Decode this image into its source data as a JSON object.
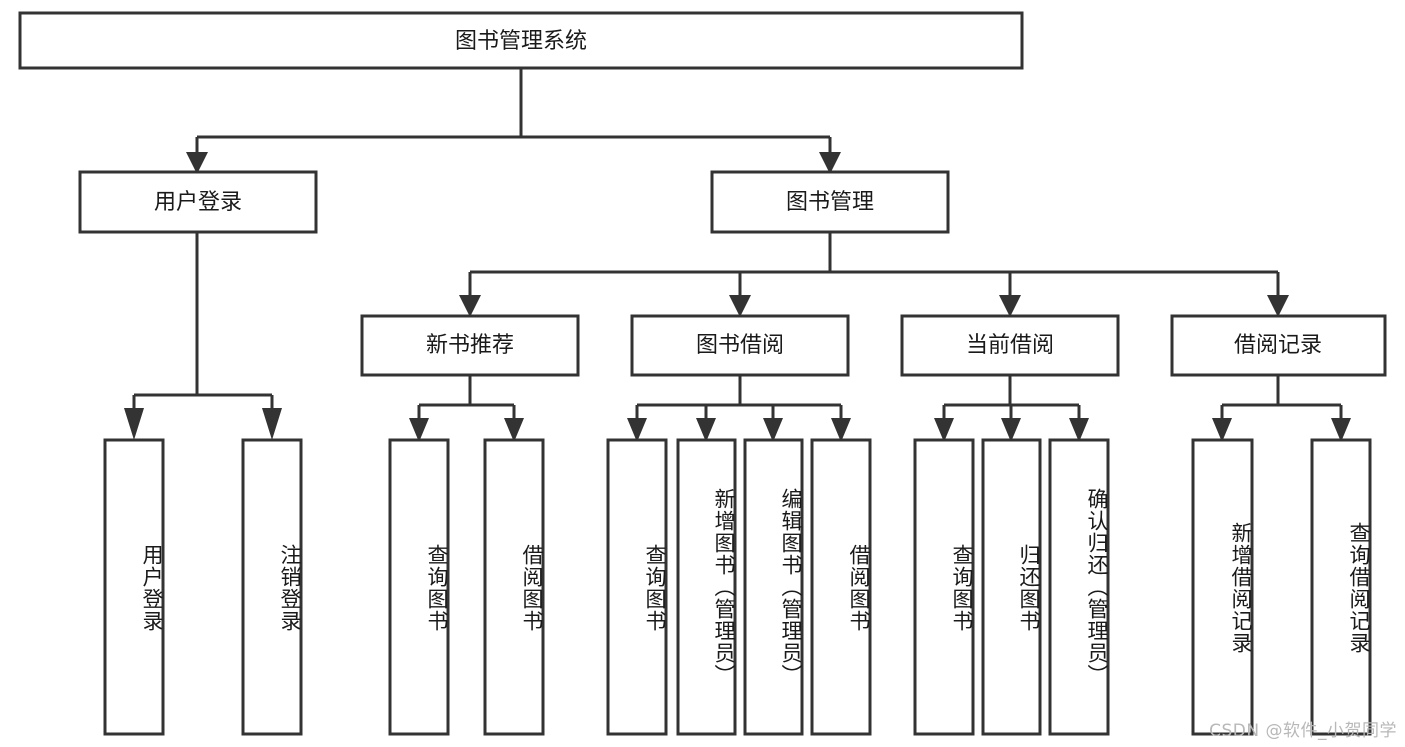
{
  "diagram": {
    "title": "图书管理系统",
    "type": "tree-hierarchy-chart",
    "watermark": "CSDN @软件_小贺同学",
    "colors": {
      "stroke": "#333333",
      "fill": "#ffffff",
      "text": "#1a1a1a",
      "watermark": "#b8b8b8"
    },
    "root": {
      "id": "root",
      "label": "图书管理系统"
    },
    "level2": [
      {
        "id": "user-login",
        "label": "用户登录"
      },
      {
        "id": "book-manage",
        "label": "图书管理"
      }
    ],
    "level3": [
      {
        "id": "new-book-rec",
        "label": "新书推荐"
      },
      {
        "id": "book-borrow",
        "label": "图书借阅"
      },
      {
        "id": "current-borrow",
        "label": "当前借阅"
      },
      {
        "id": "borrow-record",
        "label": "借阅记录"
      }
    ],
    "leaves": {
      "user-login": [
        {
          "id": "leaf-user-login",
          "label": "用户登录"
        },
        {
          "id": "leaf-logout-login",
          "label": "注销登录"
        }
      ],
      "new-book-rec": [
        {
          "id": "leaf-query-book-1",
          "label": "查询图书"
        },
        {
          "id": "leaf-borrow-book-1",
          "label": "借阅图书"
        }
      ],
      "book-borrow": [
        {
          "id": "leaf-query-book-2",
          "label": "查询图书"
        },
        {
          "id": "leaf-add-book",
          "label": "新增图书（管理员）"
        },
        {
          "id": "leaf-edit-book",
          "label": "编辑图书（管理员）"
        },
        {
          "id": "leaf-borrow-book-2",
          "label": "借阅图书"
        }
      ],
      "current-borrow": [
        {
          "id": "leaf-query-book-3",
          "label": "查询图书"
        },
        {
          "id": "leaf-return-book",
          "label": "归还图书"
        },
        {
          "id": "leaf-confirm-return",
          "label": "确认归还（管理员）"
        }
      ],
      "borrow-record": [
        {
          "id": "leaf-add-record",
          "label": "新增借阅记录"
        },
        {
          "id": "leaf-query-record",
          "label": "查询借阅记录"
        }
      ]
    }
  }
}
